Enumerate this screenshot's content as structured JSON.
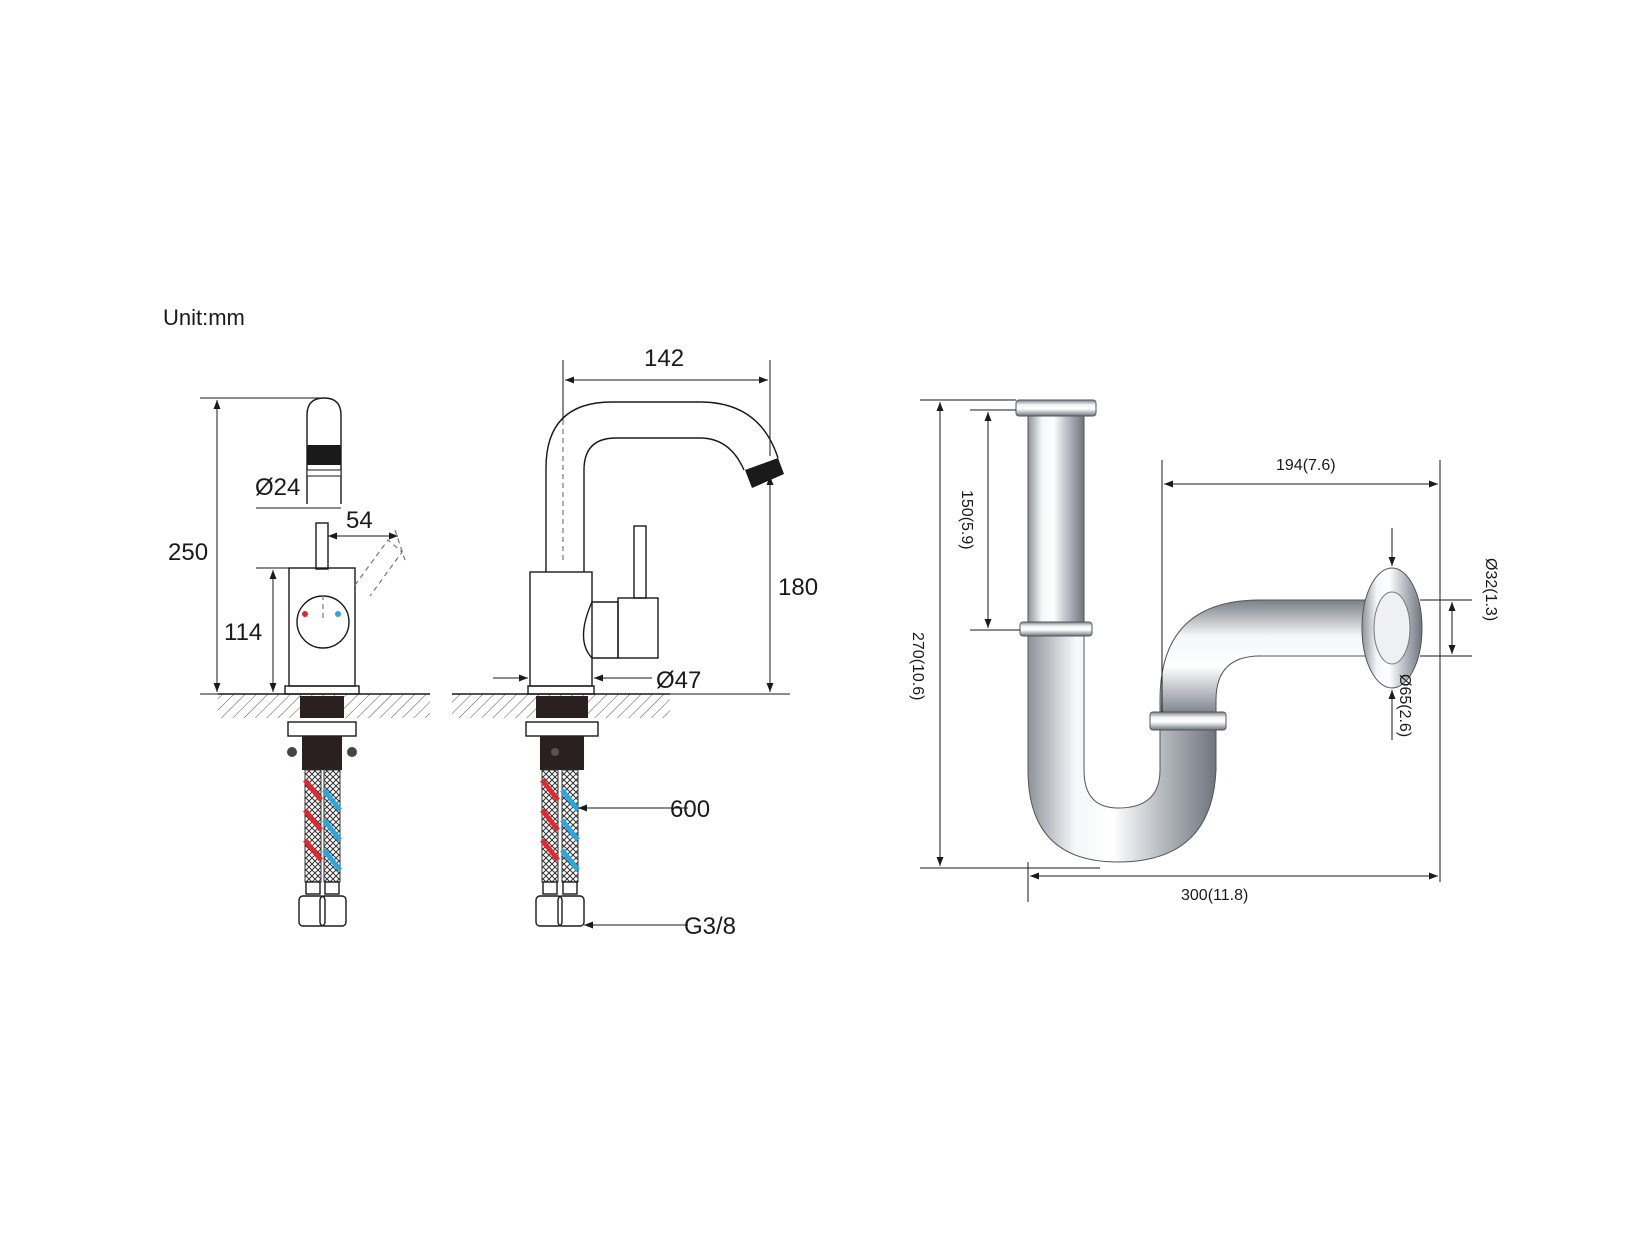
{
  "unit_label": "Unit:mm",
  "faucet_front": {
    "height_total": "250",
    "height_body": "114",
    "spout_diameter": "Ø24",
    "handle_offset": "54"
  },
  "faucet_side": {
    "reach": "142",
    "spout_height": "180",
    "base_diameter": "Ø47",
    "hose_length": "600",
    "connector_thread": "G3/8"
  },
  "trap": {
    "tube_length": "150(5.9)",
    "total_height": "270(10.6)",
    "outlet_depth": "194(7.6)",
    "outlet_pipe_diameter": "Ø32(1.3)",
    "rosette_diameter": "Ø65(2.6)",
    "total_width": "300(11.8)"
  },
  "colors": {
    "hot": "#e0282e",
    "cold": "#2aa7e0",
    "chrome_dark": "#9aa0a8",
    "chrome_light": "#f4f6f8",
    "ink": "#1a1a1a"
  }
}
